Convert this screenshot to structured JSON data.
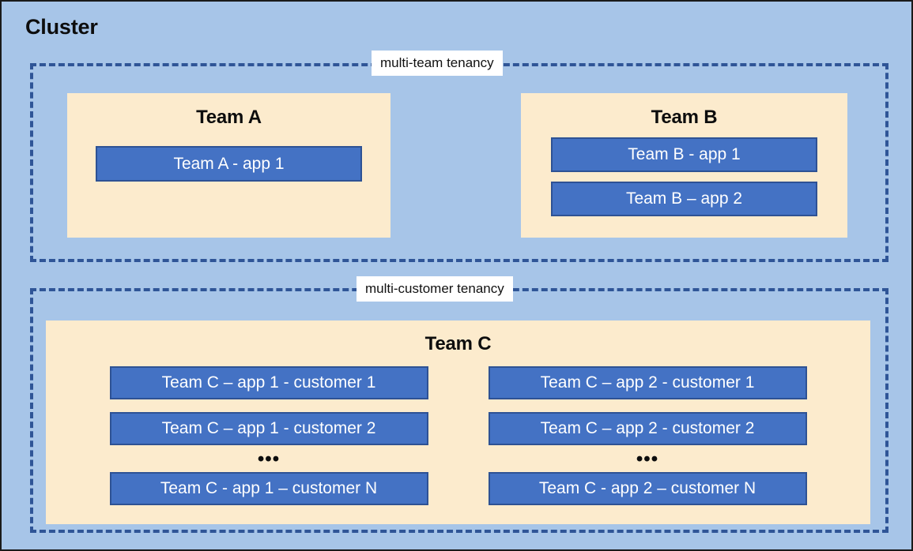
{
  "diagram": {
    "title": "Cluster",
    "colors": {
      "canvas_background": "#A7C5E8",
      "canvas_border": "#1a1a1a",
      "dashed_group_border": "#2F5597",
      "team_panel_background": "#FCEBCD",
      "app_box_background": "#4472C4",
      "app_box_border": "#2E5294",
      "app_box_text": "#FFFFFF",
      "label_background": "#FFFFFF",
      "heading_text": "#0D0D0D"
    },
    "groups": [
      {
        "id": "multi-team-tenancy",
        "label": "multi-team tenancy",
        "teams": [
          {
            "id": "team-a",
            "heading": "Team A",
            "apps": [
              {
                "label": "Team A - app 1"
              }
            ]
          },
          {
            "id": "team-b",
            "heading": "Team B",
            "apps": [
              {
                "label": "Team B - app 1"
              },
              {
                "label": "Team B – app 2"
              }
            ]
          }
        ]
      },
      {
        "id": "multi-customer-tenancy",
        "label": "multi-customer tenancy",
        "teams": [
          {
            "id": "team-c",
            "heading": "Team C",
            "columns": [
              {
                "id": "team-c-app-1",
                "apps": [
                  {
                    "label": "Team C – app 1 - customer 1"
                  },
                  {
                    "label": "Team C – app 1 - customer 2"
                  }
                ],
                "ellipsis": "•••",
                "last_app": {
                  "label": "Team C - app 1 – customer N"
                }
              },
              {
                "id": "team-c-app-2",
                "apps": [
                  {
                    "label": "Team C – app 2 - customer 1"
                  },
                  {
                    "label": "Team C – app 2 - customer 2"
                  }
                ],
                "ellipsis": "•••",
                "last_app": {
                  "label": "Team C - app 2 – customer N"
                }
              }
            ]
          }
        ]
      }
    ]
  }
}
